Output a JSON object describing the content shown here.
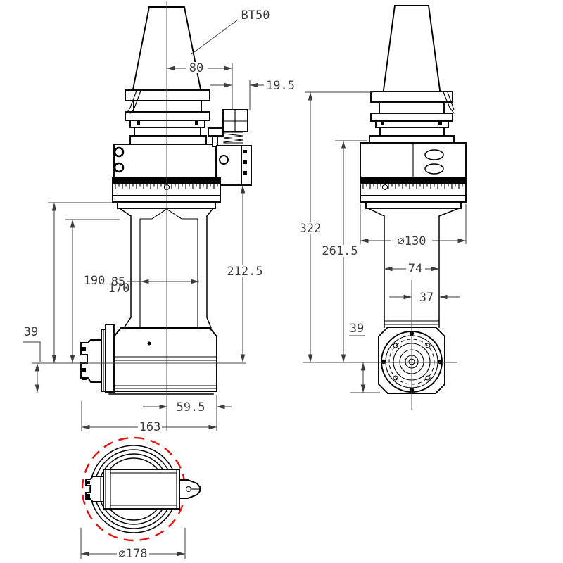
{
  "drawing": {
    "product_label": "BT50",
    "front_view": {
      "dim_top_width": "80",
      "dim_stop_block": "19.5",
      "dim_body_to_center": "190",
      "dim_neck_to_center": "170",
      "dim_neck_width": "85",
      "dim_ring_to_center": "212.5",
      "dim_center_to_bottom": "39",
      "dim_center_to_face": "59.5",
      "dim_overall_length": "163"
    },
    "side_view": {
      "dim_gauge_to_center": "322",
      "dim_body_to_center": "261.5",
      "dim_body_diameter": "∅130",
      "dim_column_width": "74",
      "dim_center_to_edge": "37",
      "dim_center_to_bottom": "39"
    },
    "bottom_view": {
      "dim_interference_diameter": "∅178"
    },
    "colors": {
      "outline": "#000000",
      "dimension": "#3c3c3c",
      "interference_circle": "#e8100c",
      "background": "#ffffff"
    }
  }
}
